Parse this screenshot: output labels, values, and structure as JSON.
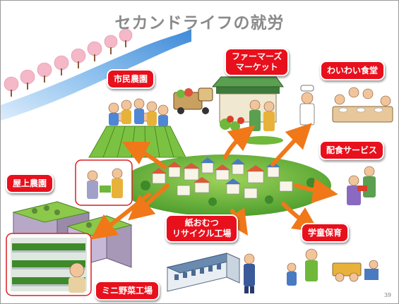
{
  "title": "セカンドライフの就労",
  "labels": {
    "shimin_noen": "市民農園",
    "farmers_market_1": "ファーマーズ",
    "farmers_market_2": "マーケット",
    "waiwai_shokudo": "わいわい食堂",
    "haishoku_service": "配食サービス",
    "okujo_noen": "屋上農園",
    "kami_omutsu_1": "紙おむつ",
    "kami_omutsu_2": "リサイクル工場",
    "gakudo_hoiku": "学童保育",
    "mini_yasai_kojo": "ミニ野菜工場"
  },
  "page_number": "39",
  "colors": {
    "label_red": "#e8101c",
    "arrow_orange": "#f07818",
    "title_gray": "#8a8a8a",
    "river_blue": "#5aa0e0",
    "sakura_pink": "#f4b8c8",
    "grass_green": "#6fb83a"
  }
}
